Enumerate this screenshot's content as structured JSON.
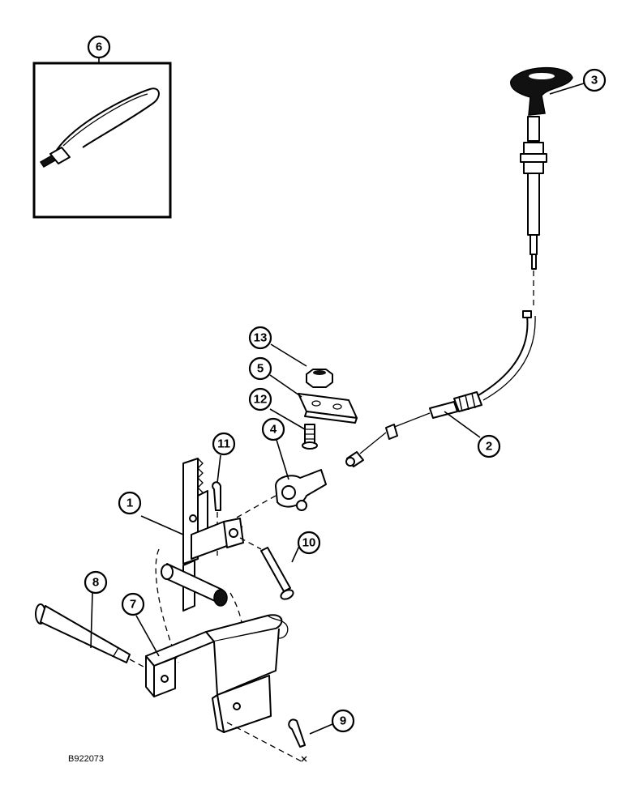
{
  "figure_id": "B922073",
  "callouts": [
    "1",
    "2",
    "3",
    "4",
    "5",
    "6",
    "7",
    "8",
    "9",
    "10",
    "11",
    "12",
    "13"
  ]
}
